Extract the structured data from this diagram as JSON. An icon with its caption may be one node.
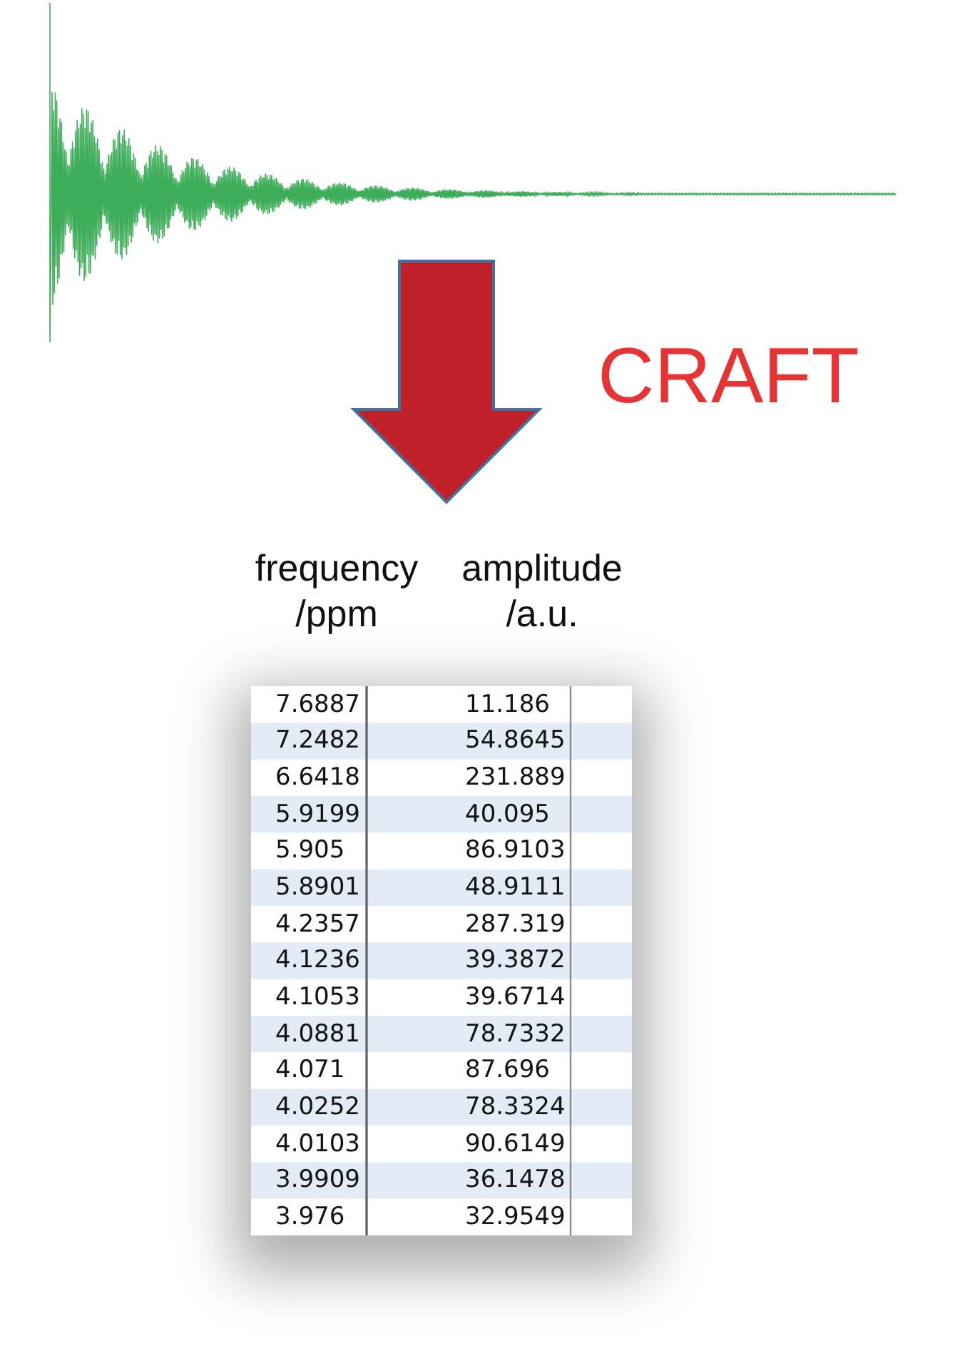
{
  "diagram": {
    "nodes": [
      {
        "text": [],
        "shape": "picture"
      },
      {
        "text": [
          "frequency /ppm",
          "amplitude /a.u."
        ]
      }
    ],
    "edges": [
      {
        "from": 0,
        "to": 1,
        "arrow": "to",
        "label": "CRAFT",
        "style": "thick",
        "color": "#c0202a"
      }
    ],
    "labels": [
      "7.6887",
      "11.186",
      "7.2482",
      "54.8645",
      "6.6418",
      "231.889",
      "5.9199",
      "40.095",
      "5.905",
      "86.9103",
      "5.8901",
      "48.9111",
      "4.2357",
      "287.319",
      "4.1236",
      "39.3872",
      "4.1053",
      "39.6714",
      "4.0881",
      "78.7332",
      "4.071",
      "87.696",
      "4.0252",
      "78.3324",
      "4.0103",
      "90.6149",
      "3.9909",
      "36.1478",
      "3.976",
      "32.9549"
    ]
  }
}
